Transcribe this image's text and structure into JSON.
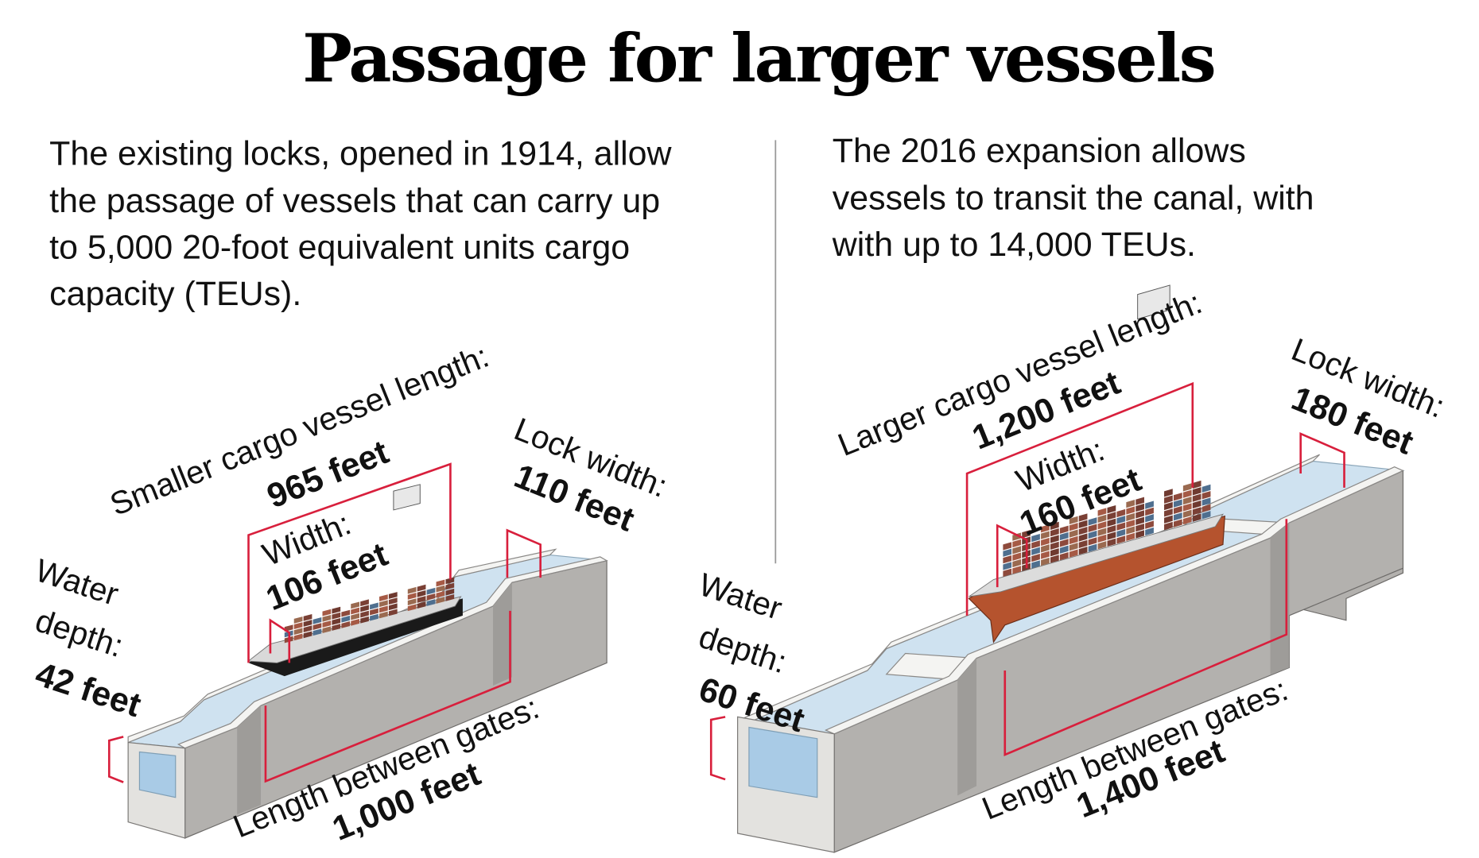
{
  "title": "Passage for larger vessels",
  "left": {
    "paragraph": [
      "The existing locks, opened in 1914, allow",
      "the passage of vessels that can carry up",
      "to 5,000 20-foot equivalent units cargo",
      "capacity (TEUs)."
    ],
    "vessel_length_label": "Smaller cargo vessel length:",
    "vessel_length_value": "965 feet",
    "width_label": "Width:",
    "width_value": "106 feet",
    "lock_width_label": "Lock width:",
    "lock_width_value": "110 feet",
    "water_label": "Water",
    "depth_label": "depth:",
    "depth_value": "42 feet",
    "gates_label": "Length between gates:",
    "gates_value": "1,000 feet"
  },
  "right": {
    "paragraph": [
      "The 2016 expansion allows",
      "vessels to transit the canal, with",
      "with up to 14,000 TEUs."
    ],
    "vessel_length_label": "Larger cargo vessel length:",
    "vessel_length_value": "1,200 feet",
    "width_label": "Width:",
    "width_value": "160 feet",
    "lock_width_label": "Lock width:",
    "lock_width_value": "180 feet",
    "water_label": "Water",
    "depth_label": "depth:",
    "depth_value": "60 feet",
    "gates_label": "Length between gates:",
    "gates_value": "1,400 feet"
  },
  "colors": {
    "dimension_red": "#d81f3c",
    "water": "#cfe2f0",
    "concrete": "#b3b1ae",
    "small_hull": "#1a1a1a",
    "large_hull": "#b5532e",
    "containers": "#8e4a3c"
  }
}
